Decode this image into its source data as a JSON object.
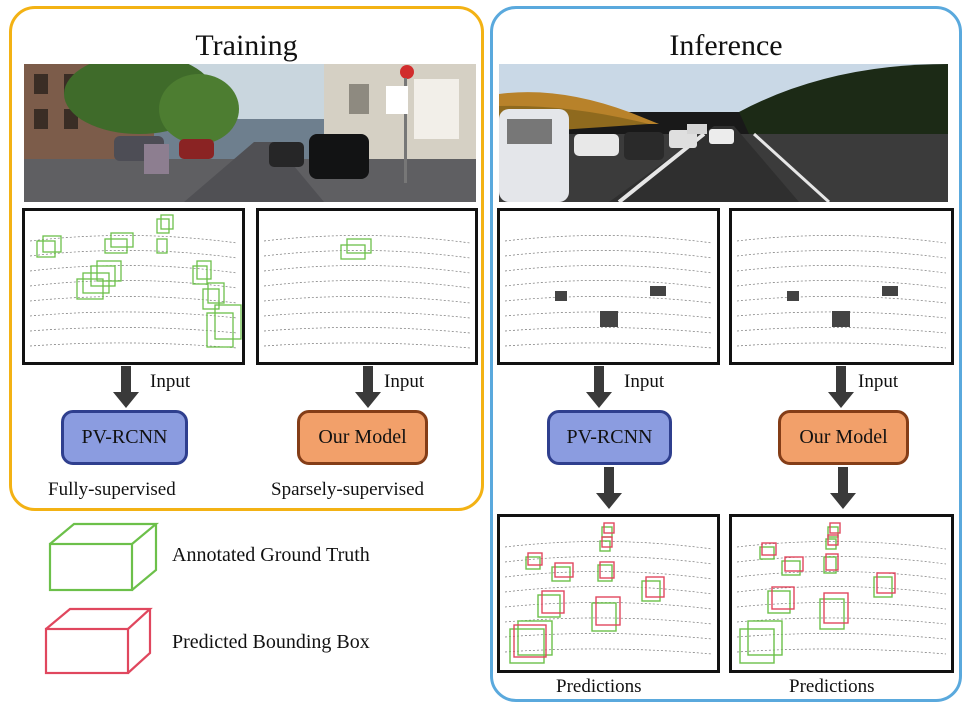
{
  "training": {
    "title": "Training",
    "left_input_label": "Input",
    "right_input_label": "Input",
    "left_model": "PV-RCNN",
    "right_model": "Our Model",
    "left_caption": "Fully-supervised",
    "right_caption": "Sparsely-supervised"
  },
  "inference": {
    "title": "Inference",
    "left_input_label": "Input",
    "right_input_label": "Input",
    "left_model": "PV-RCNN",
    "right_model": "Our Model",
    "left_output_label": "Predictions",
    "right_output_label": "Predictions"
  },
  "legend": {
    "ground_truth": "Annotated Ground Truth",
    "predicted": "Predicted Bounding Box"
  },
  "colors": {
    "training_border": "#f3b214",
    "inference_border": "#5aa9dd",
    "pv_rcnn_fill": "#8b9ce0",
    "pv_rcnn_border": "#2f3f8e",
    "our_model_fill": "#f2a06a",
    "our_model_border": "#843d17",
    "ground_truth_box": "#6cc04a",
    "predicted_box": "#e0475e"
  }
}
